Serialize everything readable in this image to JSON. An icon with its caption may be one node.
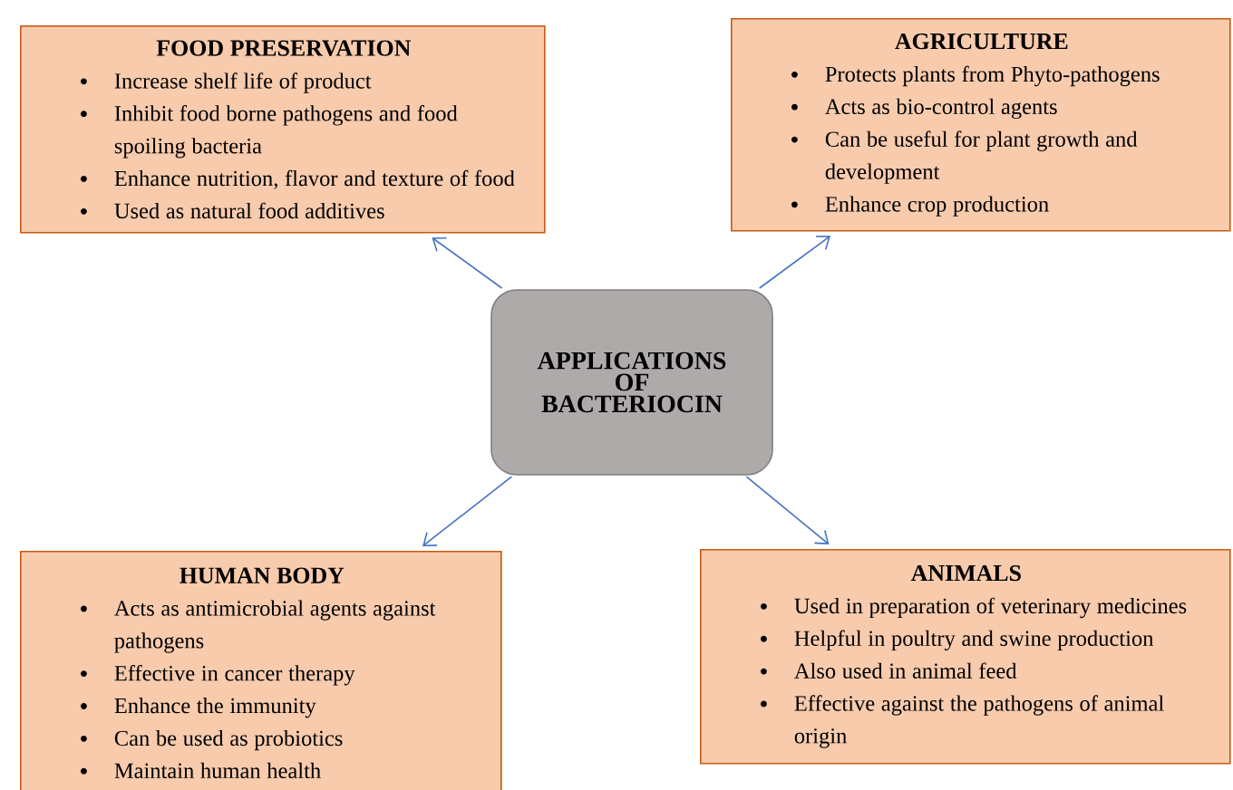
{
  "diagram": {
    "nodes": [
      {
        "text": [
          "FOOD PRESERVATION",
          "Increase shelf life of product",
          "Inhibit food borne pathogens and food spoiling bacteria",
          "Enhance nutrition, flavor and texture of food",
          "Used as natural food additives"
        ]
      },
      {
        "text": [
          "AGRICULTURE",
          "Protects plants from Phyto-pathogens",
          "Acts as bio-control agents",
          "Can be useful for plant growth and development",
          "Enhance crop production"
        ]
      },
      {
        "text": [
          "APPLICATIONS OF BACTERIOCIN"
        ]
      },
      {
        "text": [
          "HUMAN BODY",
          "Acts as antimicrobial agents against pathogens",
          "Effective in cancer therapy",
          "Enhance the immunity",
          "Can be used as probiotics",
          "Maintain human health"
        ]
      },
      {
        "text": [
          "ANIMALS",
          "Used in preparation of veterinary medicines",
          "Helpful in poultry and swine production",
          "Also used in animal feed",
          "Effective against the pathogens of animal origin"
        ]
      }
    ],
    "edges": [
      {
        "from": 2,
        "to": 0,
        "arrow": "to"
      },
      {
        "from": 2,
        "to": 1,
        "arrow": "to"
      },
      {
        "from": 2,
        "to": 3,
        "arrow": "to"
      },
      {
        "from": 2,
        "to": 4,
        "arrow": "to"
      }
    ]
  }
}
